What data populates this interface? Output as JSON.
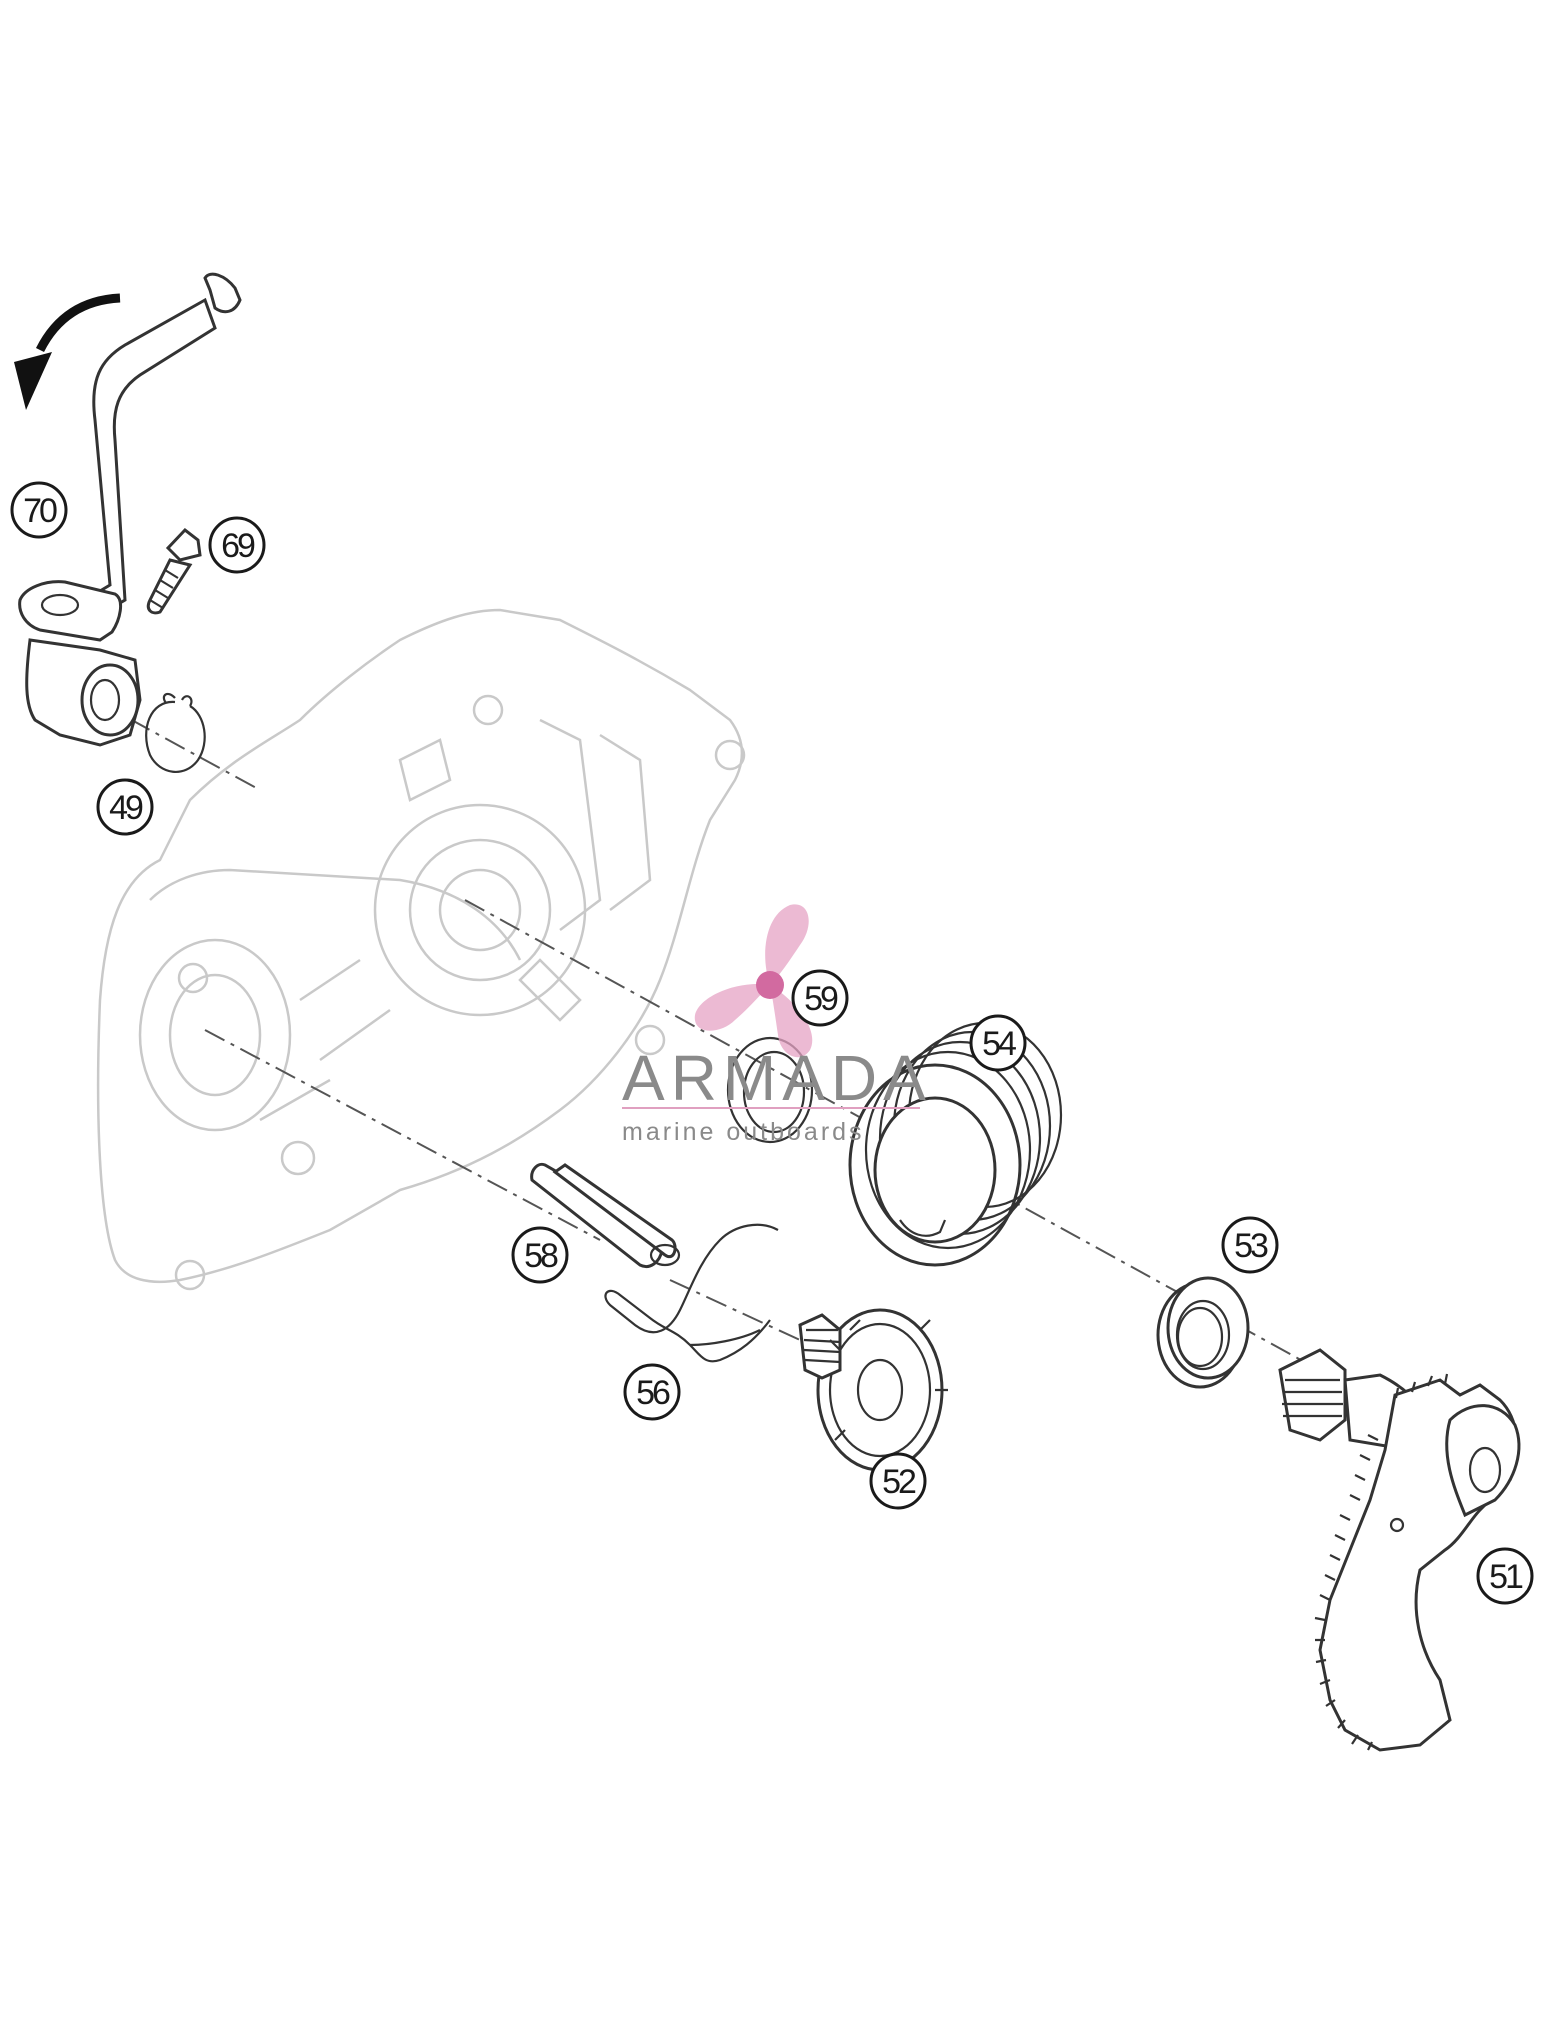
{
  "callouts": {
    "c70": "70",
    "c69": "69",
    "c49": "49",
    "c59": "59",
    "c54": "54",
    "c53": "53",
    "c58": "58",
    "c56": "56",
    "c52": "52",
    "c51": "51"
  },
  "watermark": {
    "brand": "ARMADA",
    "tagline": "marine outboards",
    "accent_color": "#e0a0c0"
  }
}
